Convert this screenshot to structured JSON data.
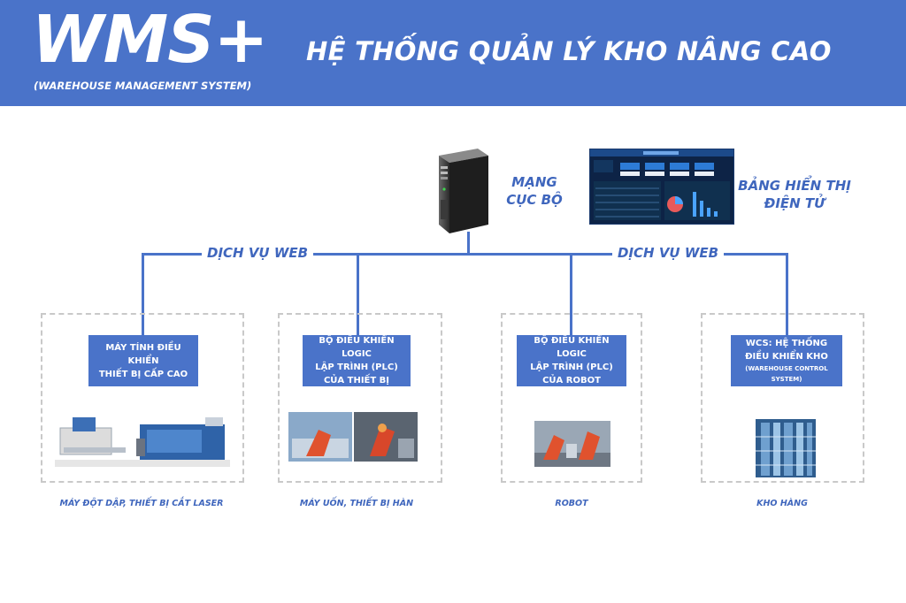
{
  "header": {
    "brand": "WMS+",
    "brand_sub": "(WAREHOUSE MANAGEMENT SYSTEM)",
    "title": "HỆ THỐNG QUẢN LÝ KHO NÂNG CAO"
  },
  "network": {
    "label_line1": "MẠNG",
    "label_line2": "CỤC BỘ",
    "display_line1": "BẢNG HIỂN THỊ",
    "display_line2": "ĐIỆN TỬ",
    "web_left": "DỊCH VỤ WEB",
    "web_right": "DỊCH VỤ WEB"
  },
  "units": [
    {
      "line1": "MÁY TÍNH ĐIỀU KHIỂN",
      "line2": "THIẾT BỊ CẤP CAO",
      "caption": "MÁY ĐỘT DẬP, THIẾT BỊ CẮT LASER"
    },
    {
      "line1": "BỘ ĐIỀU KHIỂN LOGIC",
      "line2": "LẬP TRÌNH (PLC)",
      "line3": "CỦA THIẾT BỊ",
      "caption": "MÁY UỐN, THIẾT BỊ HÀN"
    },
    {
      "line1": "BỘ ĐIỀU KHIỂN LOGIC",
      "line2": "LẬP TRÌNH (PLC)",
      "line3": "CỦA ROBOT",
      "caption": "ROBOT"
    },
    {
      "line1": "WCS: HỆ THỐNG",
      "line2": "ĐIỀU KHIỂN KHO",
      "line3": "(WAREHOUSE CONTROL SYSTEM)",
      "caption": "KHO HÀNG"
    }
  ],
  "colors": {
    "brand_blue": "#4a73c9",
    "dashed_border": "#c9c9c9"
  },
  "icons": [
    "server-icon",
    "dashboard-screen-icon"
  ]
}
